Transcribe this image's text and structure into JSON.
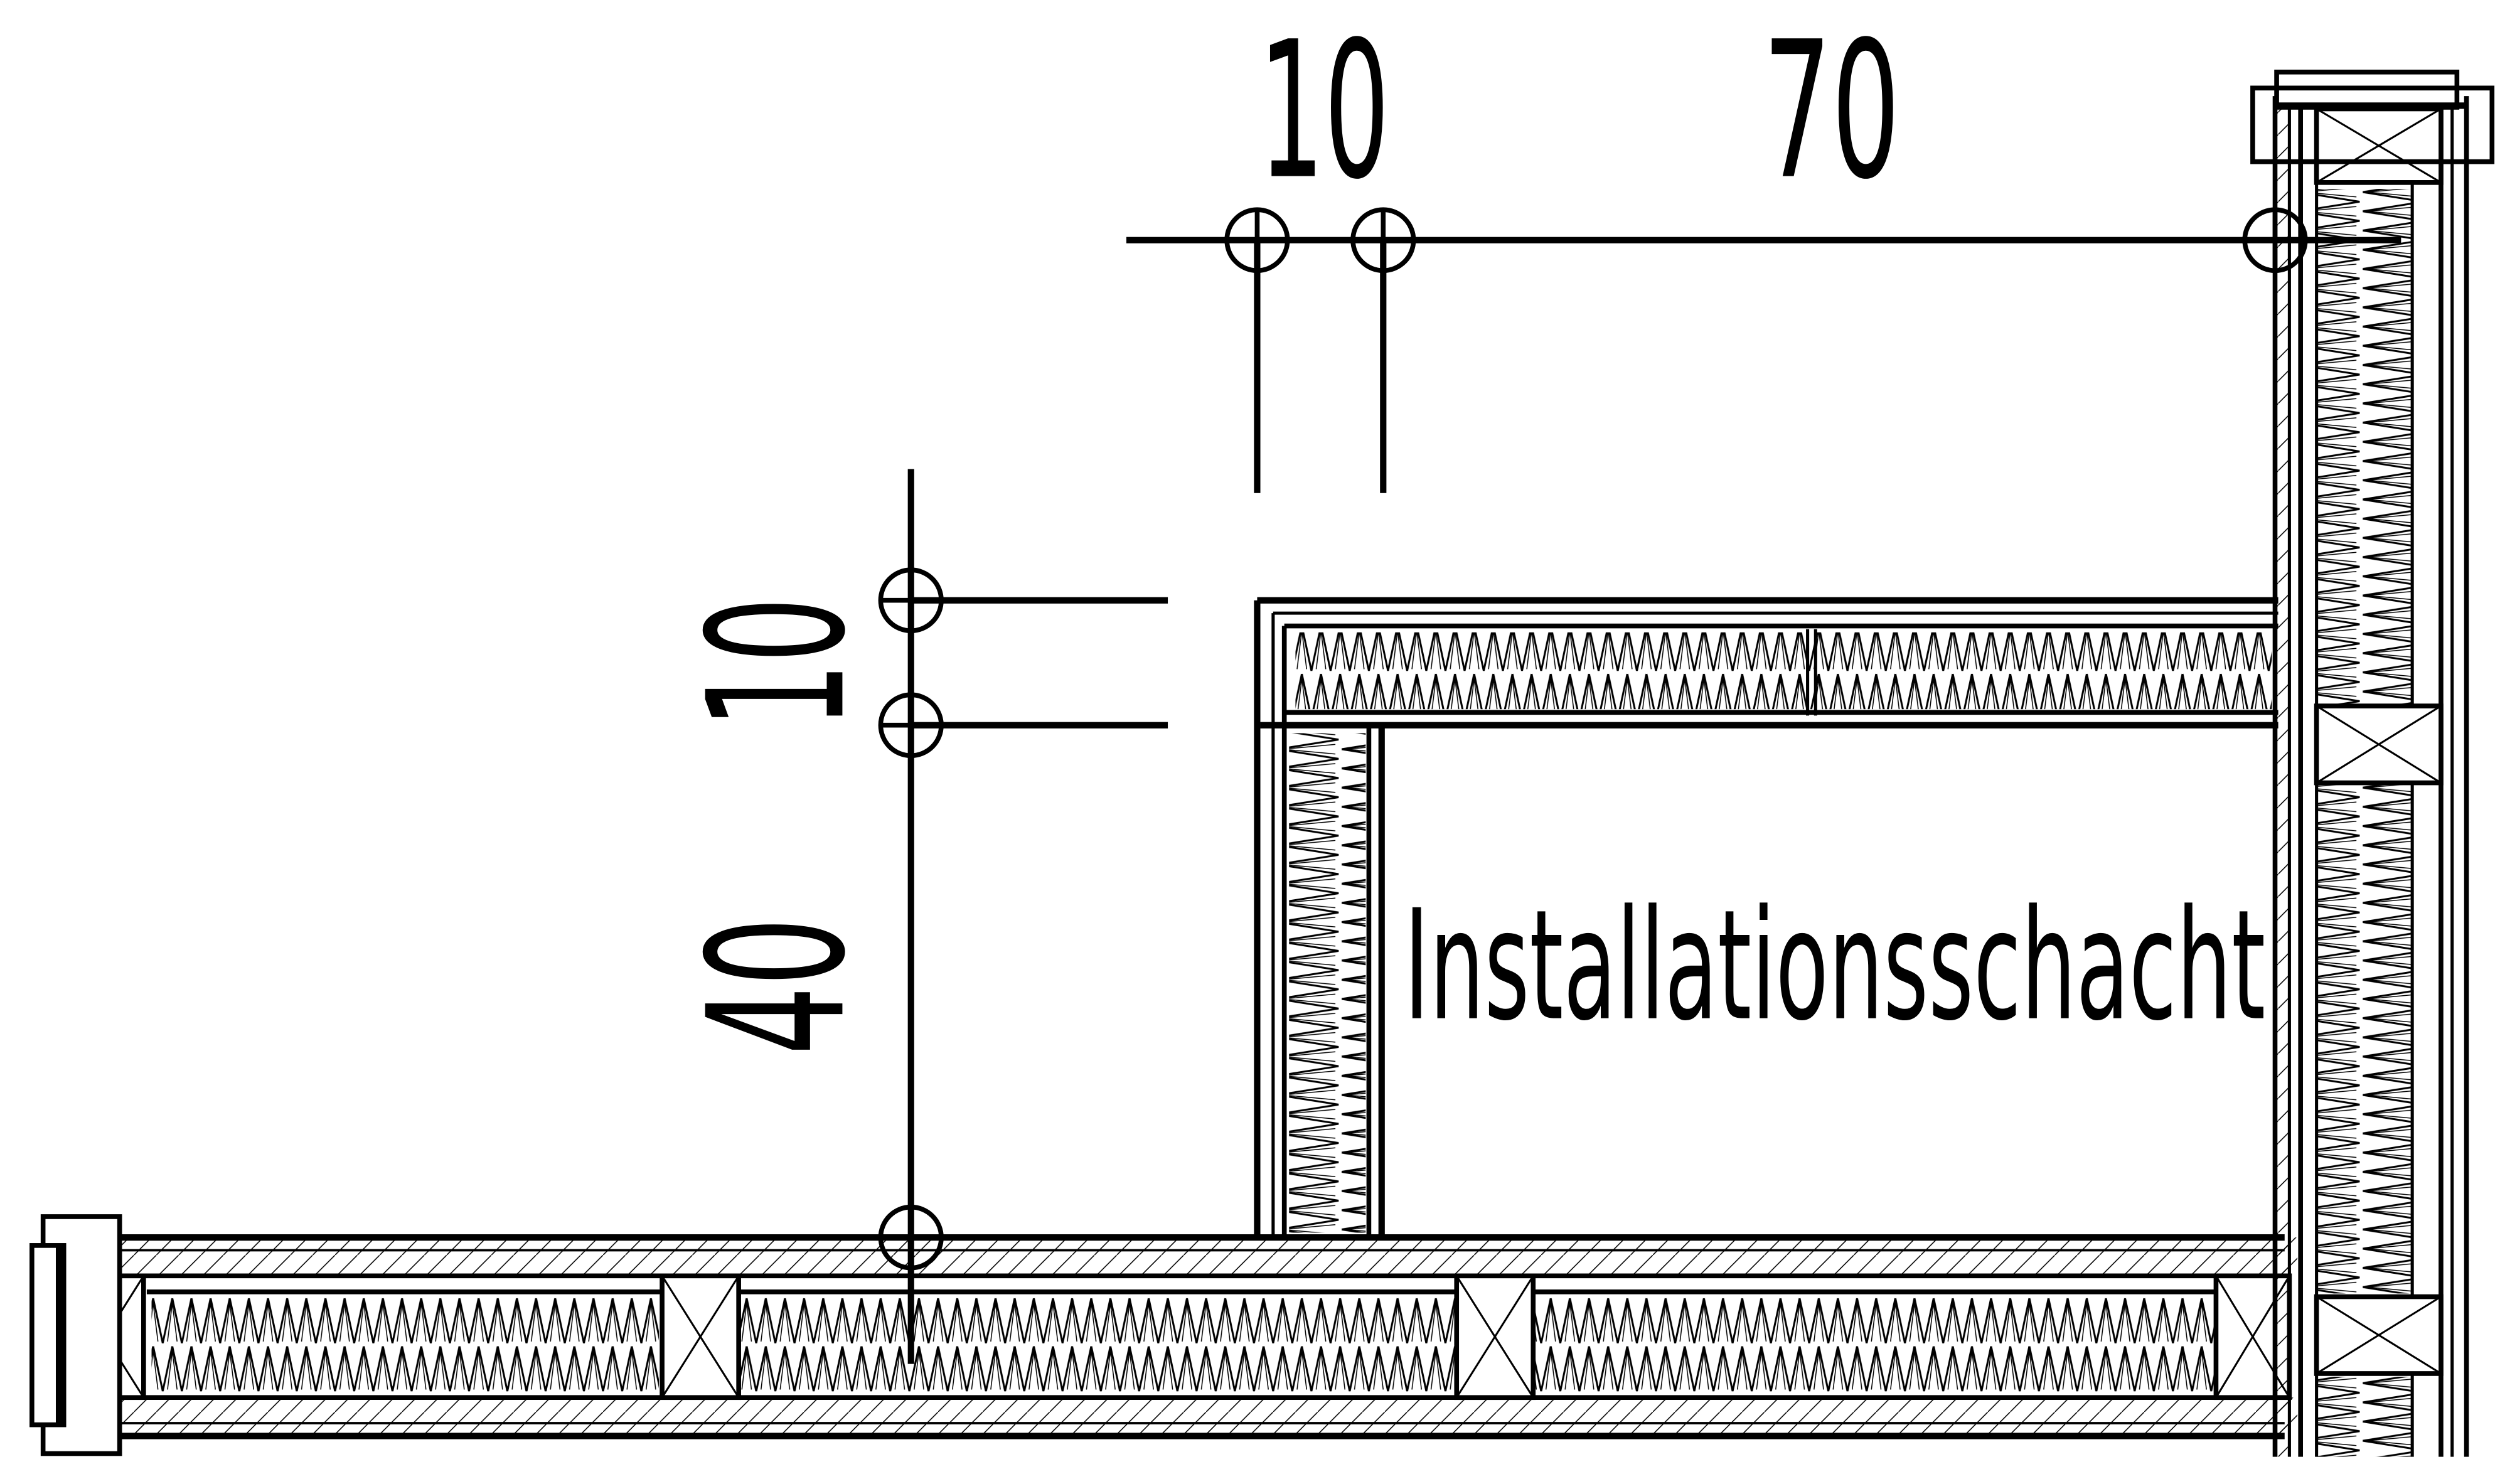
{
  "drawing": {
    "room_label": "Installationsschacht",
    "dimensions": {
      "horizontal": [
        "10",
        "70"
      ],
      "vertical": [
        "10",
        "40"
      ]
    },
    "colors": {
      "line": "#000000",
      "background": "#ffffff"
    }
  }
}
